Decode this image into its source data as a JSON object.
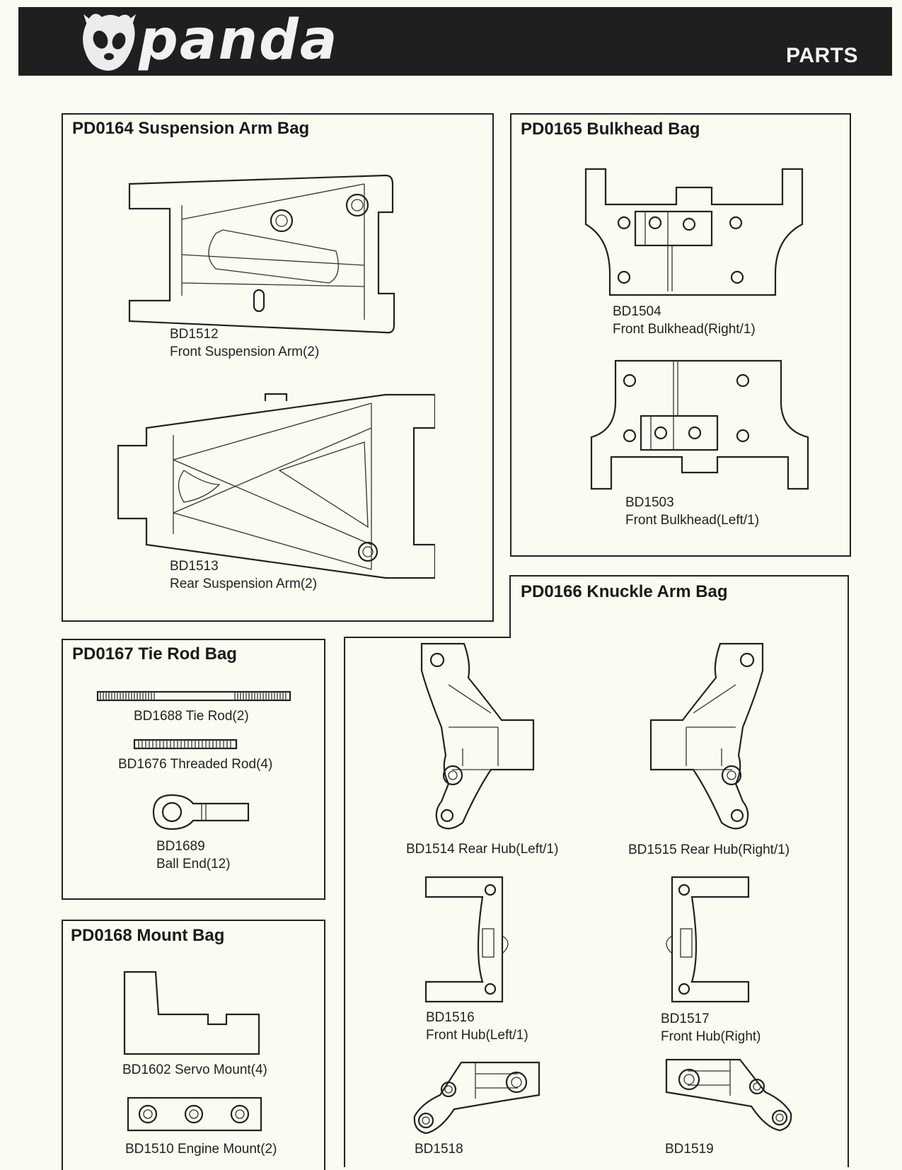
{
  "header": {
    "logo_icon": "panda-head-icon",
    "brand": "panda",
    "section": "PARTS"
  },
  "colors": {
    "header_bg": "#1f1f1f",
    "paper": "#fbfbf1",
    "ink": "#222222"
  },
  "bags": [
    {
      "title": "PD0164 Suspension Arm Bag",
      "parts": [
        {
          "code": "BD1512",
          "name": "Front Suspension Arm(2)"
        },
        {
          "code": "BD1513",
          "name": "Rear Suspension Arm(2)"
        }
      ]
    },
    {
      "title": "PD0165 Bulkhead Bag",
      "parts": [
        {
          "code": "BD1504",
          "name": "Front Bulkhead(Right/1)"
        },
        {
          "code": "BD1503",
          "name": "Front Bulkhead(Left/1)"
        }
      ]
    },
    {
      "title": "PD0166 Knuckle Arm Bag",
      "parts": [
        {
          "label": "BD1514 Rear Hub(Left/1)"
        },
        {
          "label": "BD1515 Rear Hub(Right/1)"
        },
        {
          "code": "BD1516",
          "name": "Front Hub(Left/1)"
        },
        {
          "code": "BD1517",
          "name": "Front Hub(Right)"
        },
        {
          "code": "BD1518"
        },
        {
          "code": "BD1519"
        }
      ]
    },
    {
      "title": "PD0167 Tie Rod Bag",
      "parts": [
        {
          "label": "BD1688 Tie Rod(2)"
        },
        {
          "label": "BD1676 Threaded Rod(4)"
        },
        {
          "code": "BD1689",
          "name": "Ball End(12)"
        }
      ]
    },
    {
      "title": "PD0168 Mount Bag",
      "parts": [
        {
          "label": "BD1602 Servo Mount(4)"
        },
        {
          "label": "BD1510 Engine Mount(2)"
        }
      ]
    }
  ]
}
